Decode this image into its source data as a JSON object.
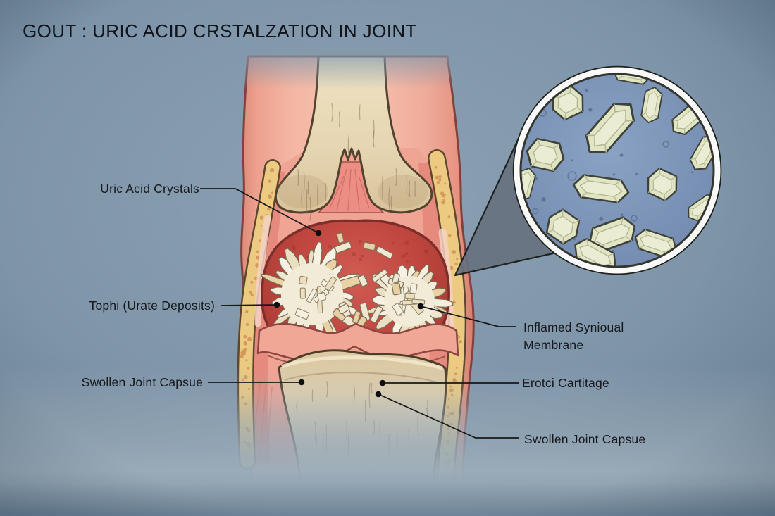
{
  "title": "GOUT : URIC ACID CRSTALZATION IN JOINT",
  "callouts": {
    "uric_acid_crystals": "Uric Acid Crystals",
    "tophi": "Tophi (Urate Deposits)",
    "swollen_joint_capsule_left": "Swollen Joint Capsue",
    "inflamed_synovial_membrane": "Inflamed Synioual Membrane",
    "eroded_cartilage": "Erotci Cartitage",
    "swollen_joint_capsule_right": "Swollen Joint Capsue"
  },
  "colors": {
    "background": "#7e94a8",
    "skin": "#f3b6a3",
    "bone": "#e5d4b0",
    "joint_fluid_red": "#c04740",
    "tophi_crystals": "#f2ebd8",
    "fat_layer": "#ecca81",
    "fat_dots": "#d2955a",
    "inset_background": "#7e96b9",
    "inset_crystals": "#e1e5c4",
    "magnifier_ring": "#fafafa",
    "leader_line": "#17181a",
    "label_text": "#15181c"
  }
}
